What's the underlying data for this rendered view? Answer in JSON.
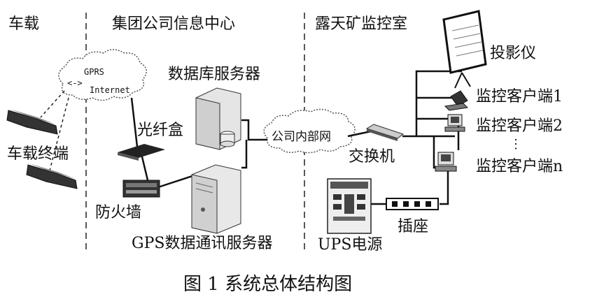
{
  "zones": {
    "vehicle": "车载",
    "group_center": "集团公司信息中心",
    "mine_room": "露天矿监控室"
  },
  "nodes": {
    "gprs_top": "GPRS",
    "gprs_arrow": "<->",
    "internet": "Internet",
    "db_server": "数据库服务器",
    "fiber_box": "光纤盒",
    "intranet": "公司内部网",
    "switch": "交换机",
    "firewall": "防火墙",
    "gps_server": "GPS数据通讯服务器",
    "ups": "UPS电源",
    "socket": "插座",
    "vehicle_terminal": "车载终端",
    "projector": "投影仪",
    "client1": "监控客户端1",
    "client2": "监控客户端2",
    "ellipsis": "⋮",
    "clientn": "监控客户端n"
  },
  "caption": "图 1   系统总体结构图"
}
